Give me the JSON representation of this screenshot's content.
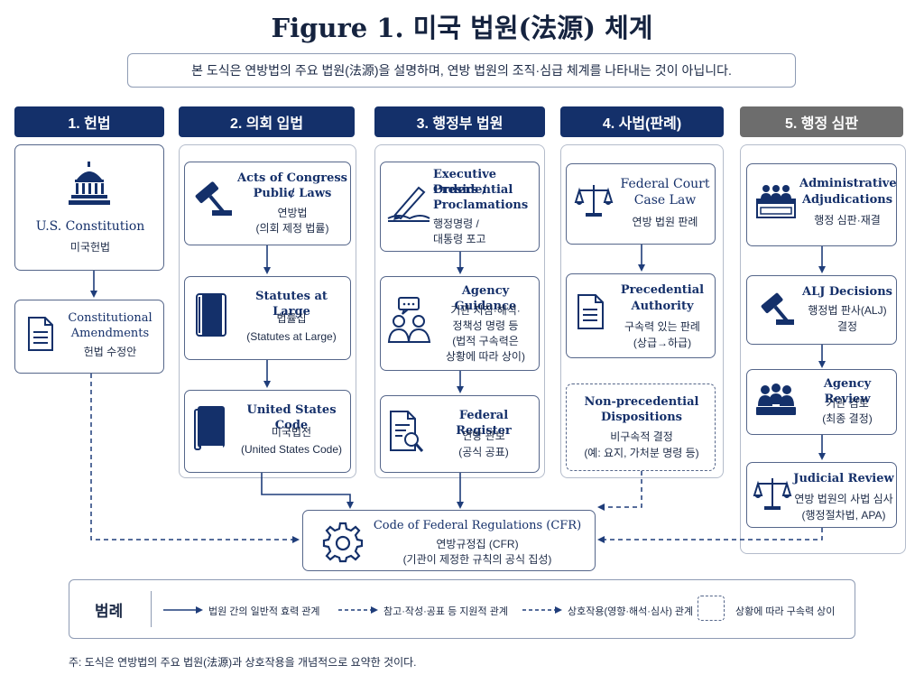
{
  "title": "Figure 1. 미국 법원(法源) 체계",
  "subtitle": "본 도식은 연방법의 주요 법원(法源)을 설명하며, 연방 법원의 조직·심급 체계를 나타내는 것이 아닙니다.",
  "columns": [
    {
      "header": "1. 헌법"
    },
    {
      "header": "2. 의회 입법"
    },
    {
      "header": "3. 행정부 법원"
    },
    {
      "header": "4. 사법(판례)"
    },
    {
      "header": "5. 행정 심판"
    }
  ],
  "nodes": {
    "constitution": {
      "en": "U.S. Constitution",
      "ko": "미국헌법"
    },
    "amendments": {
      "en1": "Constitutional",
      "en2": "Amendments",
      "ko": "헌법 수정안"
    },
    "acts": {
      "en1": "Acts of Congress /",
      "en2": "Public Laws",
      "ko1": "연방법",
      "ko2": "(의회 제정 법률)"
    },
    "statutes": {
      "en": "Statutes at Large",
      "ko1": "법률집",
      "ko2": "(Statutes at Large)"
    },
    "usc": {
      "en": "United States Code",
      "ko1": "미국법전",
      "ko2": "(United States Code)"
    },
    "exec": {
      "en1": "Executive Orders /",
      "en2": "Presidential",
      "en3": "Proclamations",
      "ko1": "행정명령 /",
      "ko2": "대통령 포고"
    },
    "guidance": {
      "en": "Agency Guidance",
      "ko1": "기관 지침·해석·",
      "ko2": "정책성 명령 등",
      "ko3": "(법적 구속력은",
      "ko4": "상황에 따라 상이)"
    },
    "register": {
      "en": "Federal Register",
      "ko1": "연방 관보",
      "ko2": "(공식 공표)"
    },
    "caselaw": {
      "en1": "Federal Court",
      "en2": "Case Law",
      "ko": "연방 법원 판례"
    },
    "precedential": {
      "en1": "Precedential",
      "en2": "Authority",
      "ko1": "구속력 있는 판례",
      "ko2": "(상급→하급)"
    },
    "nonprec": {
      "en1": "Non-precedential",
      "en2": "Dispositions",
      "ko1": "비구속적 결정",
      "ko2": "(예: 요지, 가처분 명령 등)"
    },
    "adjud": {
      "en1": "Administrative",
      "en2": "Adjudications",
      "ko": "행정 심판·재결"
    },
    "alj": {
      "en": "ALJ Decisions",
      "ko1": "행정법 판사(ALJ)",
      "ko2": "결정"
    },
    "agencyreview": {
      "en": "Agency Review",
      "ko1": "기관 검토",
      "ko2": "(최종 결정)"
    },
    "judicialreview": {
      "en": "Judicial Review",
      "ko1": "연방 법원의 사법 심사",
      "ko2": "(행정절차법, APA)"
    },
    "cfr": {
      "en": "Code of Federal Regulations (CFR)",
      "ko1": "연방규정집 (CFR)",
      "ko2": "(기관이 제정한 규칙의 공식 집성)"
    }
  },
  "legend": {
    "title": "범례",
    "items": [
      {
        "label": "법원 간의 일반적 효력 관계"
      },
      {
        "label": "참고·작성·공표 등 지원적 관계"
      },
      {
        "label": "상호작용(영향·해석·심사) 관계"
      },
      {
        "label": "상황에 따라 구속력 상이"
      }
    ]
  },
  "footnote": "주: 도식은 연방법의 주요 법원(法源)과 상호작용을 개념적으로 요약한 것이다.",
  "colors": {
    "navy": "#14306a",
    "grey_header": "#6d6d6d",
    "border": "#55668a"
  }
}
